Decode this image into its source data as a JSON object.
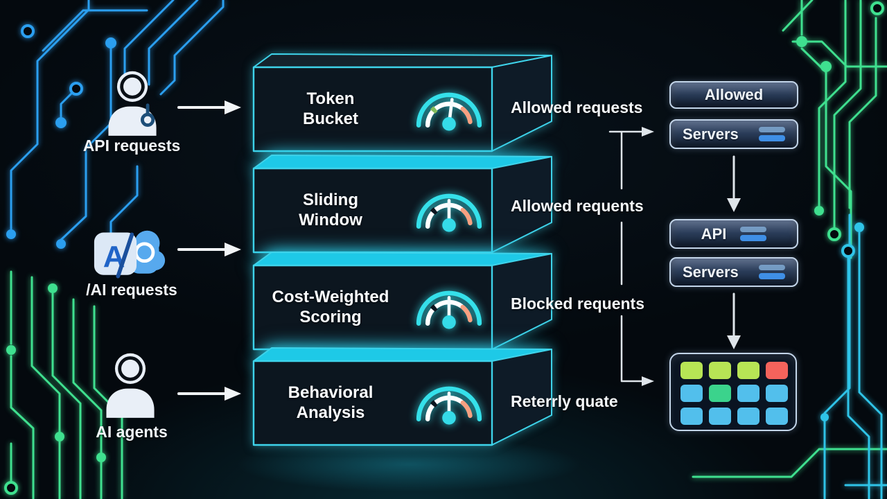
{
  "sources": [
    {
      "label": "API requests"
    },
    {
      "label": "/AI requests",
      "icon_letter": "A"
    },
    {
      "label": "AI agents"
    }
  ],
  "limiters": [
    {
      "title": "Token\nBucket",
      "output_label": "Allowed requests"
    },
    {
      "title": "Sliding\nWindow",
      "output_label": "Allowed requents"
    },
    {
      "title": "Cost-Weighted\nScoring",
      "output_label": "Blocked requents"
    },
    {
      "title": "Behavioral\nAnalysis",
      "output_label": "Reterrly quate"
    }
  ],
  "destinations": {
    "allowed_button": "Allowed",
    "servers_button_1": "Servers",
    "api_button": "API",
    "servers_button_2": "Servers",
    "server_grid": {
      "rows": 3,
      "cols": 4,
      "cells": [
        "#b7e455",
        "#b7e455",
        "#b7e455",
        "#f4635c",
        "#52bfec",
        "#3bd38c",
        "#52bfec",
        "#52bfec",
        "#52bfec",
        "#52bfec",
        "#52bfec",
        "#52bfec"
      ]
    }
  },
  "colors": {
    "box_border": "#3ed3ea",
    "gauge_arc": "#35e0ea",
    "gauge_warn_segment": "#f5a081",
    "button_border": "#c3d5e9",
    "bar_icon_top": "#7fa9d4",
    "bar_icon_bottom": "#3f8fe6",
    "circuit_blue": "#2b9ff0",
    "circuit_green": "#3fe08f",
    "circuit_cyan": "#2fc4e8",
    "connector": "#e2e8ec",
    "text": "#f2f6fa"
  }
}
